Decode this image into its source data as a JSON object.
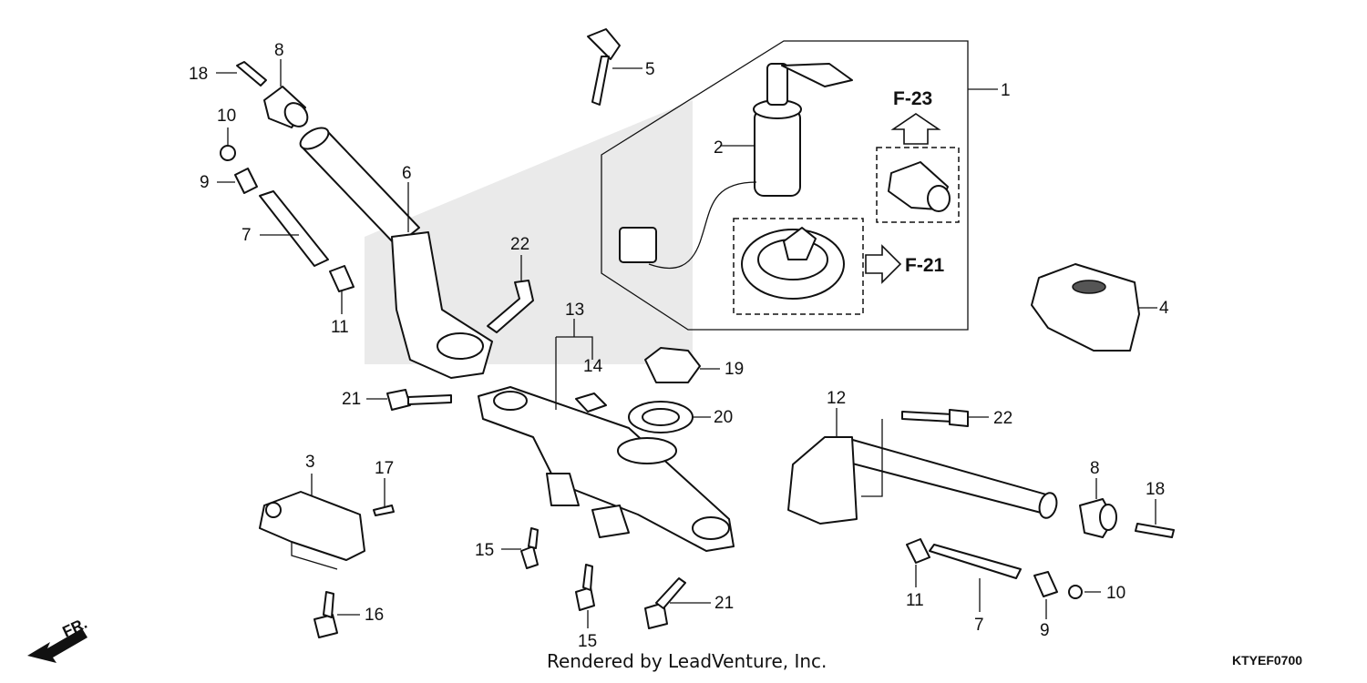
{
  "diagram": {
    "part_numbers": {
      "p1": "1",
      "p2": "2",
      "p3": "3",
      "p4": "4",
      "p5": "5",
      "p6": "6",
      "p7a": "7",
      "p7b": "7",
      "p8a": "8",
      "p8b": "8",
      "p9a": "9",
      "p9b": "9",
      "p10a": "10",
      "p10b": "10",
      "p11a": "11",
      "p11b": "11",
      "p12": "12",
      "p13": "13",
      "p14": "14",
      "p15a": "15",
      "p15b": "15",
      "p16": "16",
      "p17": "17",
      "p18a": "18",
      "p18b": "18",
      "p19": "19",
      "p20": "20",
      "p21a": "21",
      "p21b": "21",
      "p22a": "22",
      "p22b": "22"
    },
    "references": {
      "f23": "F-23",
      "f21": "F-21"
    },
    "direction_label": "FR.",
    "footer": "Rendered by LeadVenture, Inc.",
    "code": "KTYEF0700"
  }
}
